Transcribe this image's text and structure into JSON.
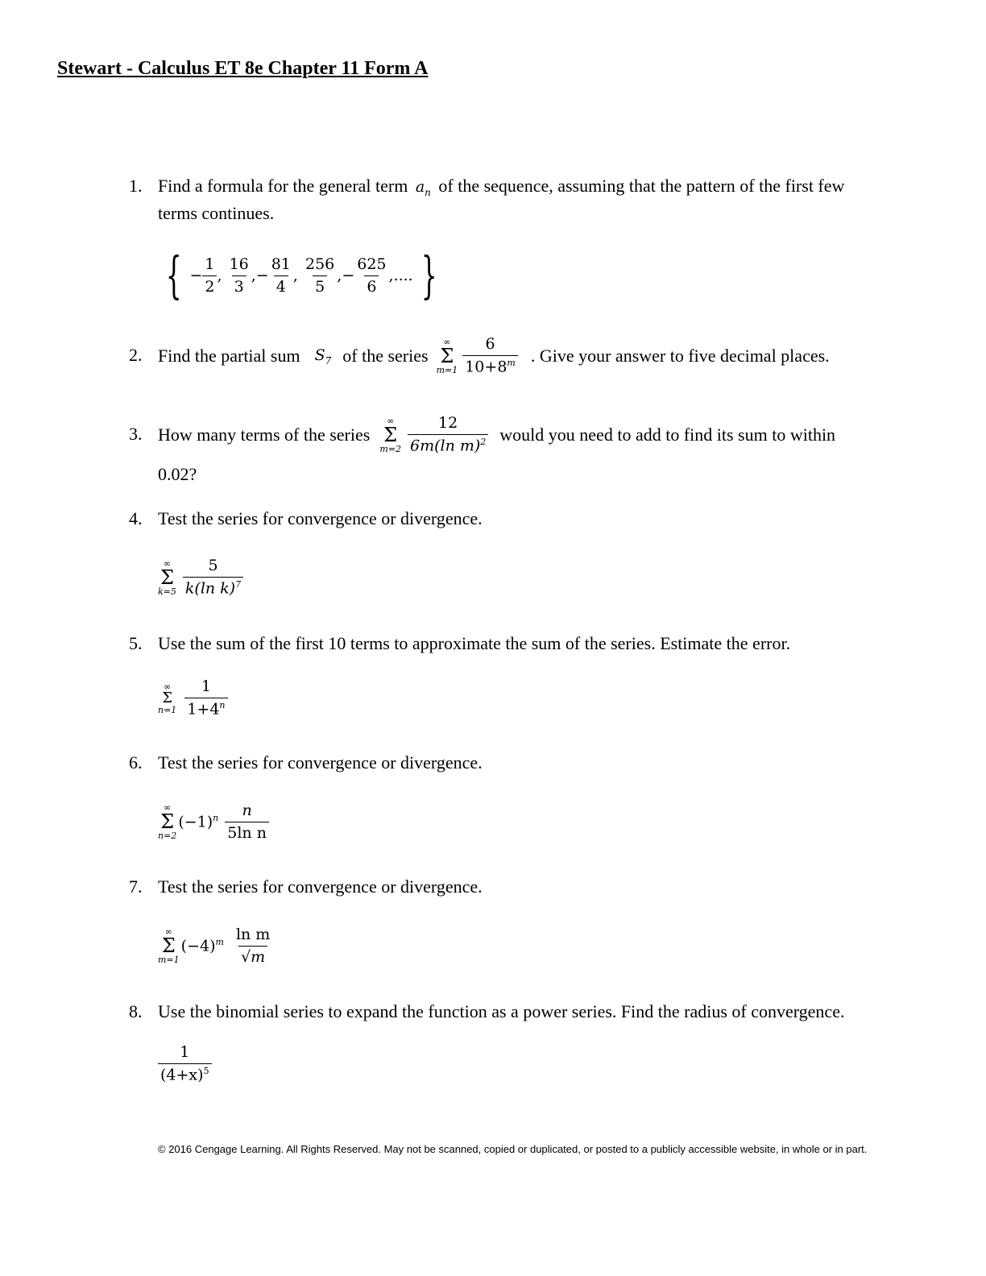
{
  "document": {
    "title": "Stewart - Calculus ET 8e Chapter 11 Form A"
  },
  "questions": [
    {
      "number": "1.",
      "text_before": "Find a formula for the general term",
      "symbol": "a",
      "symbol_sub": "n",
      "text_after": "of the sequence, assuming that the pattern of the first few",
      "text_line2": "terms continues.",
      "sequence": [
        {
          "sign": "−",
          "num": "1",
          "den": "2"
        },
        {
          "sign": "",
          "num": "16",
          "den": "3"
        },
        {
          "sign": "−",
          "num": "81",
          "den": "4"
        },
        {
          "sign": "",
          "num": "256",
          "den": "5"
        },
        {
          "sign": "−",
          "num": "625",
          "den": "6"
        }
      ],
      "sequence_tail": ",...."
    },
    {
      "number": "2.",
      "text_before": "Find the partial sum",
      "symbol": "S",
      "symbol_sub": "7",
      "text_mid": "of the series",
      "sum_upper": "∞",
      "sum_lower": "m=1",
      "frac_num": "6",
      "frac_den": "10+8",
      "frac_den_exp": "m",
      "text_after": ". Give your answer to five decimal places."
    },
    {
      "number": "3.",
      "text_before": "How many terms of the series",
      "sum_upper": "∞",
      "sum_lower": "m=2",
      "frac_num": "12",
      "frac_den": "6m(ln m)",
      "frac_den_exp": "2",
      "text_after": "would you need to add to find its sum to within",
      "text_line2": "0.02?"
    },
    {
      "number": "4.",
      "text": "Test the series for convergence or divergence.",
      "sum_upper": "∞",
      "sum_lower": "k=5",
      "frac_num": "5",
      "frac_den": "k(ln k)",
      "frac_den_exp": "7"
    },
    {
      "number": "5.",
      "text": "Use the sum of the first 10 terms to approximate the sum of the series. Estimate the error.",
      "sum_upper": "∞",
      "sum_lower": "n=1",
      "frac_num": "1",
      "frac_den": "1+4",
      "frac_den_exp": "n"
    },
    {
      "number": "6.",
      "text": "Test the series for convergence or divergence.",
      "sum_upper": "∞",
      "sum_lower": "n=2",
      "factor": "(−1)",
      "factor_exp": "n",
      "frac_num": "n",
      "frac_den": "5ln n"
    },
    {
      "number": "7.",
      "text": "Test the series for convergence or divergence.",
      "sum_upper": "∞",
      "sum_lower": "m=1",
      "factor": "(−4)",
      "factor_exp": "m",
      "frac_num": "ln m",
      "frac_den": "√m"
    },
    {
      "number": "8.",
      "text": "Use the binomial series to expand the function as a power series. Find the radius of convergence.",
      "frac_num": "1",
      "frac_den": "(4+x)",
      "frac_den_exp": "5"
    }
  ],
  "footer": {
    "copyright": "© 2016 Cengage Learning. All Rights Reserved. May not be scanned, copied or duplicated, or posted to a publicly accessible website, in whole or in part."
  }
}
